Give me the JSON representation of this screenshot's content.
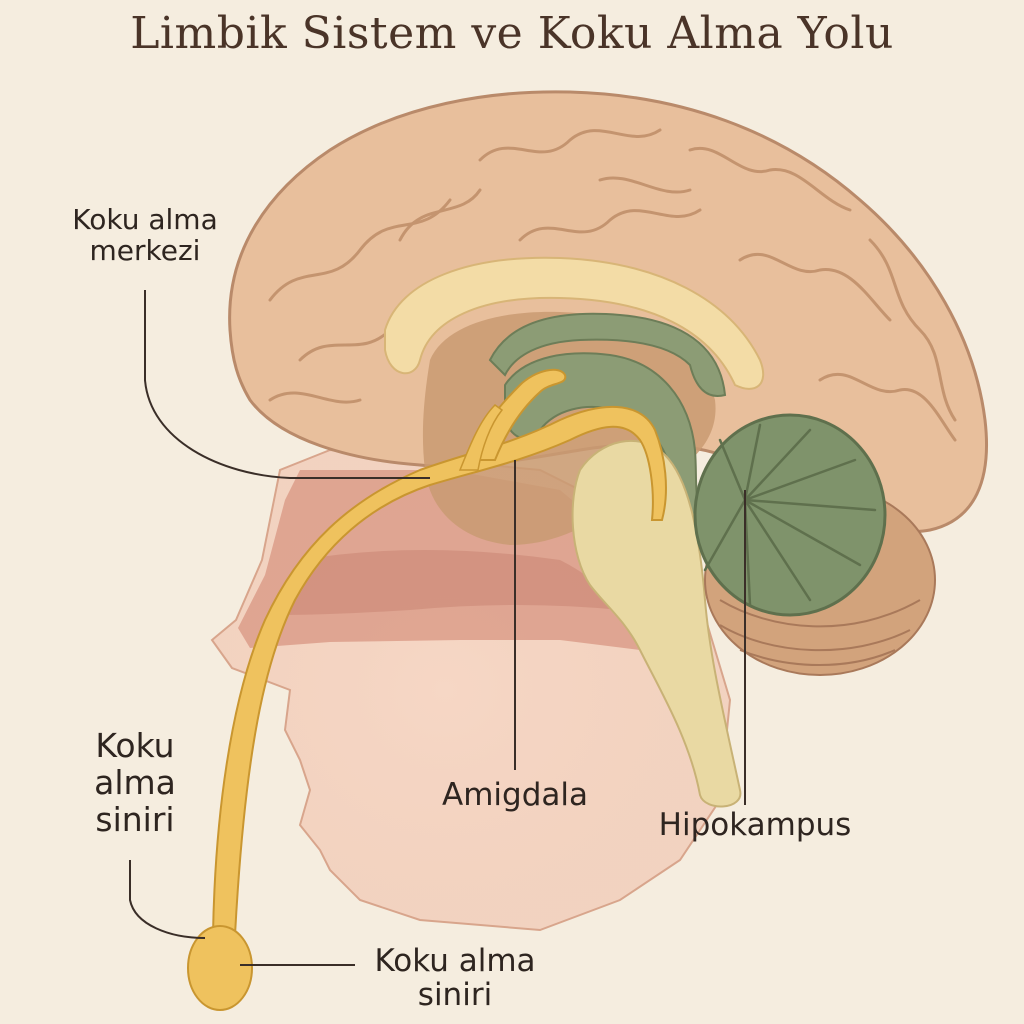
{
  "title": "Limbik Sistem ve Koku Alma Yolu",
  "labels": {
    "olfactory_center": "Koku alma\nmerkezi",
    "olfactory_nerve_left": "Koku\nalma\nsiniri",
    "amygdala": "Amigdala",
    "hippocampus": "Hipokampus",
    "olfactory_nerve_bottom": "Koku alma\nsiniri"
  },
  "colors": {
    "background": "#f5eddf",
    "cortex": "#e8bf9c",
    "corpus_callosum": "#f3dca6",
    "limbic_green": "#8c9c75",
    "cerebellum": "#7f936b",
    "olfactory_yellow": "#efc25e",
    "brainstem": "#e9d9a3",
    "face_skin": "#f2cbb8",
    "nasal_cavity": "#d89582"
  }
}
